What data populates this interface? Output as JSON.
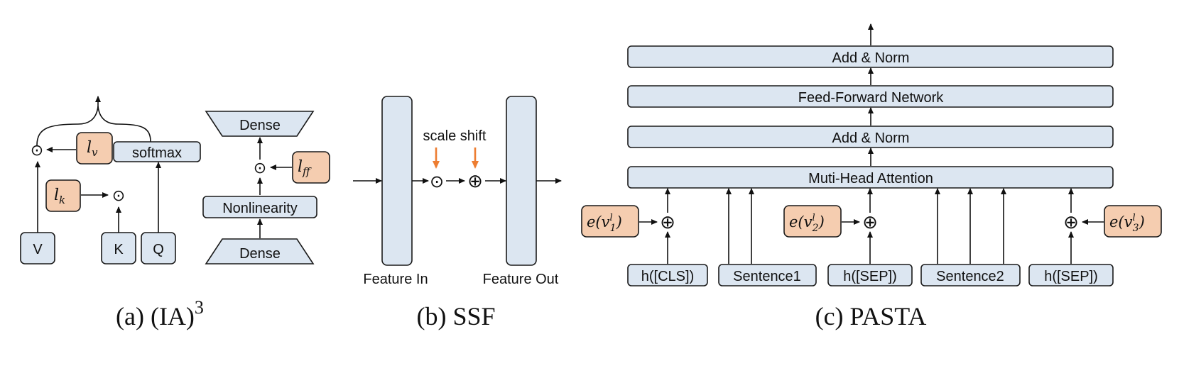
{
  "panel_a": {
    "caption_prefix": "(a) (IA)",
    "caption_sup": "3",
    "v": "V",
    "k": "K",
    "q": "Q",
    "softmax": "softmax",
    "l_v": "l",
    "l_v_sub": "v",
    "l_k": "l",
    "l_k_sub": "k",
    "l_ff": "l",
    "l_ff_sub": "ff",
    "dense_top": "Dense",
    "dense_bottom": "Dense",
    "nonlinearity": "Nonlinearity",
    "odot": "⊙"
  },
  "panel_b": {
    "caption": "(b) SSF",
    "feature_in": "Feature In",
    "feature_out": "Feature Out",
    "scale_shift": "scale shift",
    "odot": "⊙",
    "oplus": "⊕"
  },
  "panel_c": {
    "caption": "(c) PASTA",
    "add_norm_top": "Add & Norm",
    "ffn": "Feed-Forward Network",
    "add_norm_bottom": "Add & Norm",
    "mha": "Muti-Head Attention",
    "tokens": [
      "h([CLS])",
      "Sentence1",
      "h([SEP])",
      "Sentence2",
      "h([SEP])"
    ],
    "e1": "e(v",
    "e1_sub": "1",
    "e_sup": "l",
    "e_close": ")",
    "e2_sub": "2",
    "e3_sub": "3",
    "oplus": "⊕"
  },
  "colors": {
    "blue_box": "#dce6f1",
    "orange_box": "#f5cdb0",
    "orange_arrow": "#ed7d31"
  }
}
